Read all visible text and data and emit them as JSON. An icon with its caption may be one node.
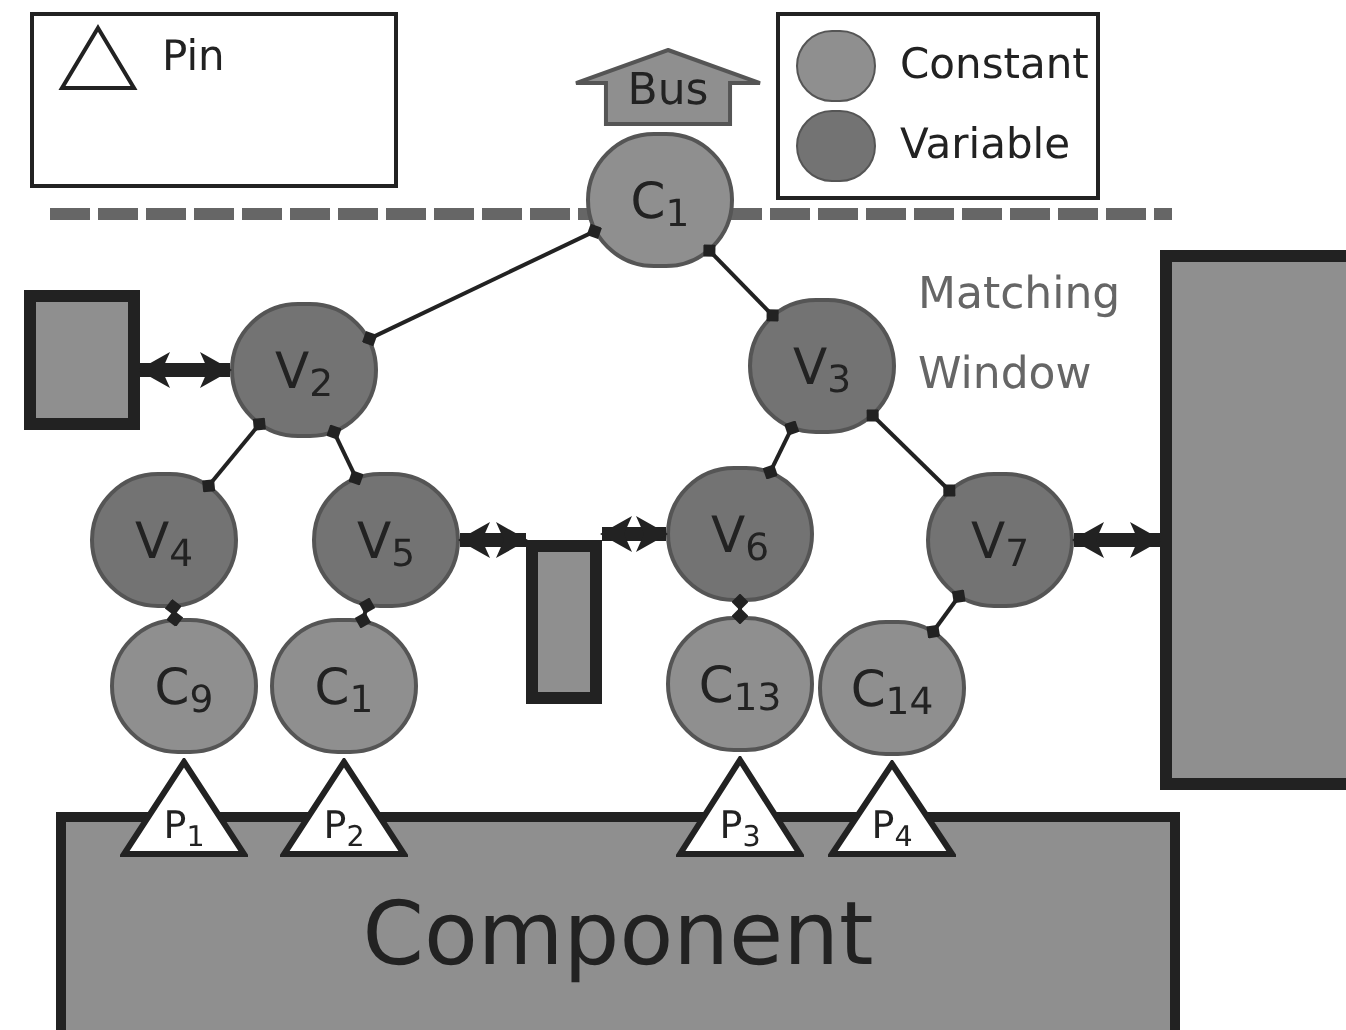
{
  "diagram": {
    "nodes": [
      {
        "text": [
          "Bus"
        ]
      },
      {
        "text": [
          "C$_{1}$"
        ]
      },
      {
        "text": [
          "V$_{2}$"
        ]
      },
      {
        "text": [
          "V$_{3}$"
        ]
      },
      {
        "text": [
          "V$_{4}$"
        ]
      },
      {
        "text": [
          "V$_{5}$"
        ]
      },
      {
        "text": [
          "V$_{6}$"
        ]
      },
      {
        "text": [
          "V$_{7}$"
        ]
      },
      {
        "text": [
          "C$_{9}$"
        ]
      },
      {
        "text": [
          "C$_{1}$"
        ]
      },
      {
        "text": [
          "C$_{13}$"
        ]
      },
      {
        "text": [
          "C$_{14}$"
        ]
      },
      {
        "text": [],
        "shape": "box"
      },
      {
        "text": [],
        "shape": "box"
      },
      {
        "text": [],
        "shape": "box"
      },
      {
        "text": [
          "Component"
        ]
      },
      {
        "text": [
          "P$_{1}$"
        ]
      },
      {
        "text": [
          "P$_{2}$"
        ]
      },
      {
        "text": [
          "P$_{3}$"
        ]
      },
      {
        "text": [
          "P$_{4}$"
        ]
      }
    ],
    "edges": [
      {
        "from": 1,
        "to": 2,
        "arrow": "other"
      },
      {
        "from": 1,
        "to": 3,
        "arrow": "other"
      },
      {
        "from": 2,
        "to": 4,
        "arrow": "other"
      },
      {
        "from": 2,
        "to": 5,
        "arrow": "other"
      },
      {
        "from": 3,
        "to": 6,
        "arrow": "other"
      },
      {
        "from": 3,
        "to": 7,
        "arrow": "other"
      },
      {
        "from": 4,
        "to": 8,
        "arrow": "other"
      },
      {
        "from": 5,
        "to": 9,
        "arrow": "other"
      },
      {
        "from": 6,
        "to": 10,
        "arrow": "other"
      },
      {
        "from": 7,
        "to": 11,
        "arrow": "other"
      },
      {
        "from": 12,
        "to": 2,
        "arrow": "both",
        "style": "thick"
      },
      {
        "from": 5,
        "to": 13,
        "arrow": "both",
        "style": "thick"
      },
      {
        "from": 13,
        "to": 6,
        "arrow": "both",
        "style": "thick"
      },
      {
        "from": 7,
        "to": 14,
        "arrow": "both",
        "style": "thick"
      }
    ],
    "labels": [
      "Matching Window"
    ],
    "legend": [
      {
        "text": "Pin"
      },
      {
        "text": "Constant",
        "color": "#8f8f8f"
      },
      {
        "text": "Variable",
        "color": "#737373"
      }
    ]
  }
}
